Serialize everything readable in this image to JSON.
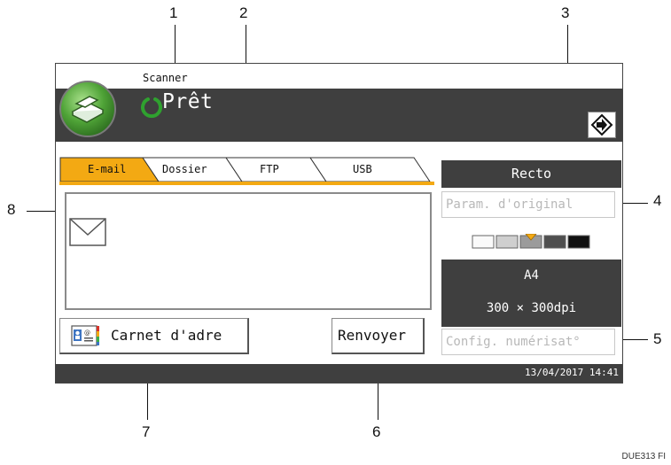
{
  "header": {
    "app_label": "Scanner",
    "status": "Prêt",
    "status_icon": "ready-ring-icon",
    "app_icon": "scanner-icon",
    "login_icon": "login-arrow-icon"
  },
  "tabs": [
    {
      "label": "E-mail",
      "selected": true
    },
    {
      "label": "Dossier",
      "selected": false
    },
    {
      "label": "FTP",
      "selected": false
    },
    {
      "label": "USB",
      "selected": false
    }
  ],
  "destination": {
    "icon": "envelope-icon"
  },
  "buttons": {
    "address_book": "Carnet d'adre",
    "resend": "Renvoyer"
  },
  "settings": {
    "original_sides": "Recto",
    "original_settings": "Param. d'original",
    "density_levels": 5,
    "density_selected": 3,
    "paper_size": "A4",
    "resolution": "300 × 300dpi",
    "scan_settings": "Config. numérisat°"
  },
  "footer": {
    "datetime": "13/04/2017 14:41"
  },
  "callouts": [
    "1",
    "2",
    "3",
    "4",
    "5",
    "6",
    "7",
    "8"
  ],
  "figure_code": "DUE313 FI",
  "colors": {
    "accent": "#f3a913",
    "dark_bar": "#3f3f3f",
    "ready_green": "#2fa12f"
  }
}
